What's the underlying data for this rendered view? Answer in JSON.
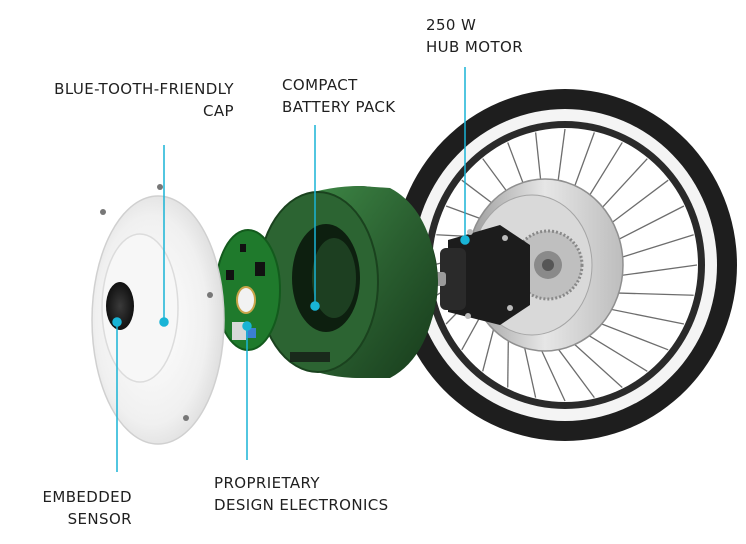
{
  "labels": {
    "hub_motor": {
      "line1": "250 W",
      "line2": "HUB MOTOR"
    },
    "battery": {
      "line1": "COMPACT",
      "line2": "BATTERY PACK"
    },
    "cap": {
      "line1": "BLUE-TOOTH-FRIENDLY",
      "line2": "CAP"
    },
    "sensor": {
      "line1": "EMBEDDED",
      "line2": "SENSOR"
    },
    "electronics": {
      "line1": "PROPRIETARY",
      "line2": "DESIGN ELECTRONICS"
    }
  },
  "colors": {
    "callout": "#19b4d6",
    "battery_green": "#2f6b35",
    "pcb_green": "#1f7a2c",
    "tire": "#202020",
    "rim": "#c8c8c8"
  }
}
